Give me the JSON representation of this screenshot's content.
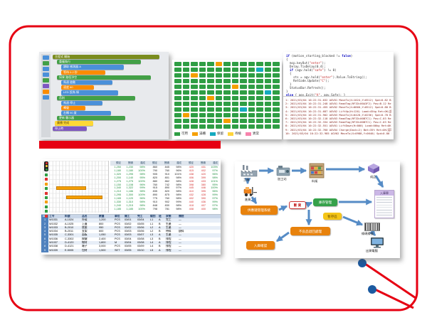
{
  "slide": {
    "border_color": "#e60012",
    "divider_color": "#e60012",
    "dot_color": "#1c5aa0"
  },
  "blocks": {
    "palette": [
      "#4a90d9",
      "#43a047",
      "#4a90d9",
      "#4a90d9",
      "#43a047",
      "#7e57c2",
      "#fb8c00",
      "#4a90d9"
    ],
    "rows": [
      {
        "i": 0,
        "w": 150,
        "c": "#7a8c1e",
        "t": "主程式 開始"
      },
      {
        "i": 6,
        "w": 118,
        "c": "#43a047",
        "t": "重複執行"
      },
      {
        "i": 12,
        "w": 88,
        "c": "#4a90d9",
        "t": "讀取 感測器 A"
      },
      {
        "i": 12,
        "w": 62,
        "c": "#fb8c00",
        "t": "等待 0.2 秒"
      },
      {
        "i": 6,
        "w": 132,
        "c": "#43a047",
        "t": "如果 路徑淨空"
      },
      {
        "i": 12,
        "w": 72,
        "c": "#4a90d9",
        "t": "馬達 啟動"
      },
      {
        "i": 12,
        "w": 46,
        "c": "#fb8c00",
        "t": "速度 80"
      },
      {
        "i": 12,
        "w": 80,
        "c": "#4a90d9",
        "t": "LED 設為 綠"
      },
      {
        "i": 6,
        "w": 110,
        "c": "#43a047",
        "t": "否則"
      },
      {
        "i": 12,
        "w": 58,
        "c": "#4a90d9",
        "t": "馬達 停止"
      },
      {
        "i": 12,
        "w": 34,
        "c": "#fb8c00",
        "t": "嗶聲"
      },
      {
        "i": 12,
        "w": 70,
        "c": "#4a90d9",
        "t": "右轉 90 度"
      },
      {
        "i": 6,
        "w": 96,
        "c": "#43a047",
        "t": "更新 顯示器"
      },
      {
        "i": 3,
        "w": 54,
        "c": "#fdd835",
        "t": "廣播 完成",
        "dark": true
      },
      {
        "i": 0,
        "w": 48,
        "c": "#7e57c2",
        "t": "停止時"
      }
    ]
  },
  "grid": {
    "rows": 12,
    "cols": 13,
    "base_color": "#2f9e44",
    "special": [
      {
        "r": 0,
        "c": 5,
        "color": "#f59f00"
      },
      {
        "r": 1,
        "c": 10,
        "color": "#15aabf"
      },
      {
        "r": 2,
        "c": 2,
        "color": "#f59f00"
      },
      {
        "r": 4,
        "c": 7,
        "color": "#f59f00"
      },
      {
        "r": 5,
        "c": 11,
        "color": "#15aabf"
      },
      {
        "r": 6,
        "c": 4,
        "color": "#f59f00"
      },
      {
        "r": 8,
        "c": 8,
        "color": "#15aabf"
      },
      {
        "r": 9,
        "c": 1,
        "color": "#f59f00"
      },
      {
        "r": 10,
        "c": 6,
        "color": "#f59f00"
      }
    ],
    "legend": [
      {
        "label": "可用",
        "color": "#2f9e44"
      },
      {
        "label": "滿櫃",
        "color": "#f59f00"
      },
      {
        "label": "保留",
        "color": "#15aabf"
      },
      {
        "label": "待檢",
        "color": "#ffd43b"
      },
      {
        "label": "異常",
        "color": "#f783ac"
      }
    ]
  },
  "code": {
    "lines": [
      [
        {
          "t": "if",
          "c": "k"
        },
        {
          "t": " (motion_starting_blocked != ",
          "c": "p"
        },
        {
          "t": "false",
          "c": "k"
        },
        {
          "t": ")",
          "c": "p"
        }
      ],
      [
        {
          "t": "{",
          "c": "p"
        }
      ],
      [
        {
          "t": "  mcp.keyOut(",
          "c": "p"
        },
        {
          "t": "\"enter\"",
          "c": "s"
        },
        {
          "t": ");",
          "c": "p"
        }
      ],
      [
        {
          "t": "  Delay.fixDelay(0.4);",
          "c": "p"
        }
      ],
      [
        {
          "t": "  ",
          "c": "p"
        },
        {
          "t": "if",
          "c": "k"
        },
        {
          "t": " (agv.hold(",
          "c": "p"
        },
        {
          "t": "\"safe\"",
          "c": "s"
        },
        {
          "t": ") != 0)",
          "c": "p"
        }
      ],
      [
        {
          "t": "  {",
          "c": "p"
        }
      ],
      [
        {
          "t": "    sts = agv.hold(",
          "c": "p"
        },
        {
          "t": "\"enter\"",
          "c": "s"
        },
        {
          "t": ").Value.ToString();",
          "c": "p"
        }
      ],
      [
        {
          "t": "    RetCode.Update(",
          "c": "p"
        },
        {
          "t": "\"C\"",
          "c": "s"
        },
        {
          "t": ");",
          "c": "p"
        }
      ],
      [
        {
          "t": "  }",
          "c": "p"
        }
      ],
      [
        {
          "t": "  StatusBar.Refresh();",
          "c": "p"
        }
      ],
      [
        {
          "t": "}",
          "c": "p"
        }
      ],
      [
        {
          "t": "else",
          "c": "k"
        },
        {
          "t": " { agv.Exit(",
          "c": "p"
        },
        {
          "t": "\"A\"",
          "c": "s"
        },
        {
          "t": ", agv.Safe); }",
          "c": "p"
        }
      ]
    ],
    "logs": [
      "1: 2021/03/04 10:22:31.032 AGV01 MoveTo(X=1024,Y=0512) Spd=0.82 Bat=76% Ret=OK(認可)",
      "2: 2021/03/04 10:22:31.248 AGV01 ReadTag(RFID=00A3F2) Pos=B-12 Ret=OK(認可)",
      "3: 2021/03/04 10:22:31.455 AGV02 MoveTo(X=0860,Y=0512) Spd=0.80 Bat=68% Ret=OK(認可)",
      "4: 2021/03/04 10:22:31.687 AGV02 LiftUp(H=120) Load=45kg Ret=OK(認可)",
      "5: 2021/03/04 10:22:31.902 AGV03 MoveTo(X=0420,Y=0256) Spd=0.78 Bat=81% Ret=OK(認可)",
      "6: 2021/03/04 10:22:32.118 AGV03 ReadTag(RFID=00B7C1) Pos=C-03 Ret=NG(重試)",
      "7: 2021/03/04 10:22:32.334 AGV03 ReadTag(RFID=00B7C1) Pos=C-03 Ret=OK(認可)",
      "8: 2021/03/04 10:22:32.551 AGV01 LiftDown(H=000) Load=00kg Ret=OK(認可)",
      "9: 2021/03/04 10:22:32.760 AGV04 Charge(Dock=2) Bat=35% Ret=OK(認可)",
      "10: 2021/03/04 10:22:32.985 AGV02 MoveTo(X=0988,Y=0640) Spd=0.80 Bat=67% Ret=OK(認可)"
    ]
  },
  "sheet": {
    "gantt": {
      "status": [
        "#2f9e44",
        "#e03131",
        "#f59f00",
        "#2f9e44",
        "#e03131",
        "#2f9e44",
        "#f59f00",
        "#2f9e44",
        "#2f9e44",
        "#e03131"
      ],
      "bars": [
        {
          "row": 3,
          "start": 2,
          "len": 9
        },
        {
          "row": 5,
          "start": 5,
          "len": 11
        }
      ]
    },
    "num_headers": [
      "預定",
      "實績",
      "達成",
      "預定",
      "實績",
      "達成",
      "預定",
      "實績",
      "達成"
    ],
    "num_cols": [
      "g",
      "g",
      "g",
      "k",
      "k",
      "k",
      "r",
      "r",
      "g"
    ],
    "num_rows": [
      [
        "1,250",
        "1,230",
        "98%",
        "860",
        "845",
        "98%",
        "420",
        "431",
        "103%"
      ],
      [
        "1,180",
        "1,180",
        "100%",
        "790",
        "760",
        "96%",
        "415",
        "402",
        "97%"
      ],
      [
        "1,320",
        "1,295",
        "98%",
        "905",
        "910",
        "101%",
        "438",
        "420",
        "96%"
      ],
      [
        "1,200",
        "1,140",
        "95%",
        "820",
        "801",
        "98%",
        "406",
        "399",
        "98%"
      ],
      [
        "1,275",
        "1,275",
        "100%",
        "880",
        "862",
        "98%",
        "428",
        "433",
        "101%"
      ],
      [
        "1,150",
        "1,108",
        "96%",
        "760",
        "742",
        "98%",
        "398",
        "380",
        "95%"
      ],
      [
        "1,340",
        "1,322",
        "99%",
        "915",
        "890",
        "97%",
        "445",
        "446",
        "100%"
      ],
      [
        "1,210",
        "1,186",
        "98%",
        "835",
        "820",
        "98%",
        "410",
        "395",
        "96%"
      ],
      [
        "1,295",
        "1,300",
        "100%",
        "890",
        "875",
        "98%",
        "432",
        "428",
        "99%"
      ],
      [
        "1,165",
        "1,120",
        "96%",
        "775",
        "760",
        "98%",
        "402",
        "390",
        "97%"
      ],
      [
        "1,330",
        "1,310",
        "98%",
        "910",
        "902",
        "99%",
        "440",
        "436",
        "99%"
      ],
      [
        "1,240",
        "1,215",
        "98%",
        "848",
        "830",
        "98%",
        "418",
        "407",
        "97%"
      ],
      [
        "1,185",
        "1,185",
        "100%",
        "798",
        "781",
        "98%",
        "408",
        "400",
        "98%"
      ]
    ],
    "table": {
      "headers": [
        "NO",
        "工令",
        "料號",
        "品名",
        "數量",
        "單位",
        "開工",
        "完工",
        "線別",
        "班",
        "狀態",
        "備註"
      ],
      "rows": [
        [
          "1",
          "W1031",
          "A-1024",
          "外殼",
          "1,200",
          "PCS",
          "03/01",
          "03/04",
          "L1",
          "A",
          "完工",
          "—"
        ],
        [
          "2",
          "W1032",
          "A-1025",
          "上蓋",
          "800",
          "PCS",
          "03/02",
          "03/05",
          "L1",
          "B",
          "生產",
          "—"
        ],
        [
          "3",
          "W1033",
          "B-2010",
          "底座",
          "950",
          "PCS",
          "03/02",
          "03/06",
          "L2",
          "A",
          "生產",
          "—"
        ],
        [
          "4",
          "W1034",
          "B-2011",
          "支架",
          "600",
          "PCS",
          "03/03",
          "03/06",
          "L2",
          "B",
          "待料",
          "缺料"
        ],
        [
          "5",
          "W1035",
          "C-3301",
          "面板",
          "1,050",
          "PCS",
          "03/03",
          "03/07",
          "L3",
          "A",
          "生產",
          "—"
        ],
        [
          "6",
          "W1036",
          "C-3302",
          "按鍵",
          "2,400",
          "PCS",
          "03/04",
          "03/08",
          "L3",
          "B",
          "排程",
          "—"
        ],
        [
          "7",
          "W1037",
          "D-4120",
          "線材",
          "1,800",
          "M",
          "03/04",
          "03/08",
          "L4",
          "A",
          "排程",
          "—"
        ],
        [
          "8",
          "W1038",
          "D-4121",
          "端子",
          "3,000",
          "PCS",
          "03/05",
          "03/09",
          "L4",
          "B",
          "排程",
          "—"
        ],
        [
          "9",
          "W1039",
          "E-5005",
          "包材",
          "1,500",
          "SET",
          "03/05",
          "03/10",
          "L5",
          "A",
          "排程",
          "—"
        ]
      ]
    }
  },
  "flow": {
    "box_supply": "供應鏈管理系統",
    "box_shortage": "斷 貨",
    "box_inventory": "庫存管理",
    "box_buffer": "暫存區",
    "box_return": "不良品退回處理",
    "box_inbound": "入庫確認",
    "panel_title": "入庫單",
    "label_factory": "工廠",
    "label_machine": "加工站",
    "label_rack": "料架",
    "label_product": "成品",
    "label_forklift": "進貨",
    "label_barcode": "條碼掃描",
    "label_pc": "出貨電腦"
  }
}
